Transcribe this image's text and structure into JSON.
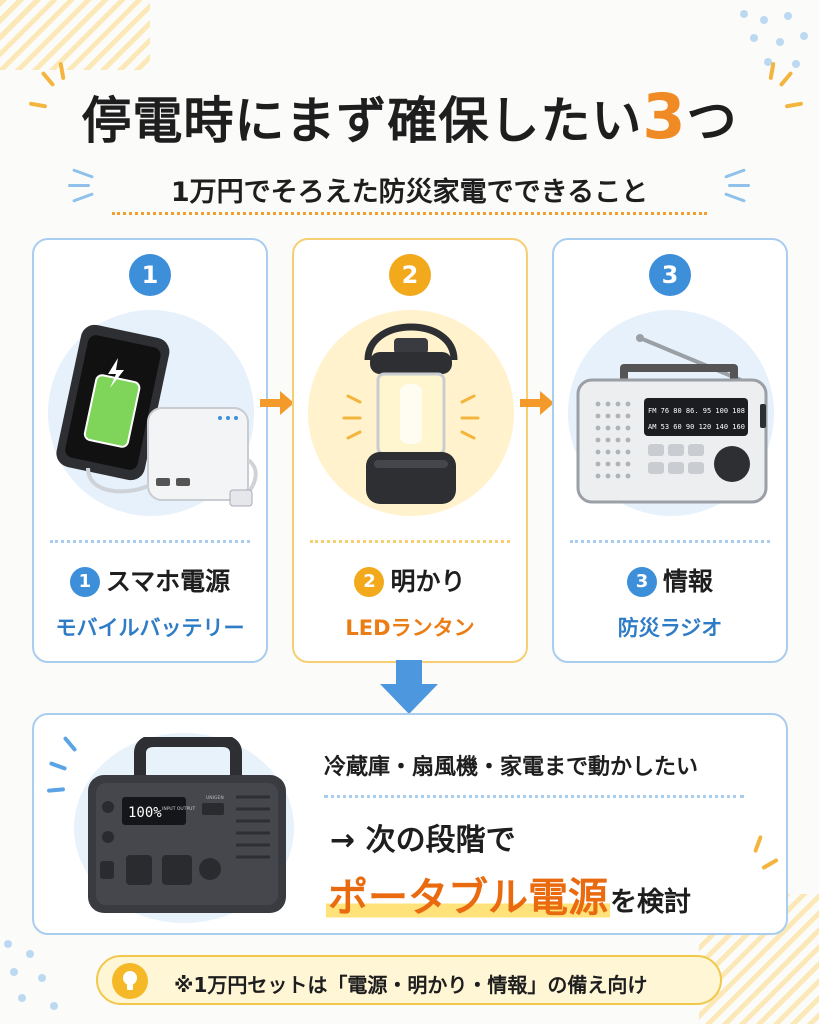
{
  "title": {
    "main": "停電時にまず確保したい",
    "number": "3",
    "tail": "つ"
  },
  "subtitle": "1万円でそろえた防災家電でできること",
  "cards": [
    {
      "number": "1",
      "label": "スマホ電源",
      "sub": "モバイルバッテリー",
      "icon": "phone-battery-icon"
    },
    {
      "number": "2",
      "label": "明かり",
      "sub": "LEDランタン",
      "icon": "lantern-icon"
    },
    {
      "number": "3",
      "label": "情報",
      "sub": "防災ラジオ",
      "icon": "radio-icon"
    }
  ],
  "radio_dial": {
    "fm": "FM  76  80  86.  95  100  108",
    "am": "AM  53  60  90  120  140  160"
  },
  "panel": {
    "line1": "冷蔵庫・扇風機・家電まで動かしたい",
    "line2": "→ 次の段階で",
    "highlight": "ポータブル電源",
    "tail": "を検討",
    "display": "100%",
    "display_side": "INPUT OUTPUT",
    "brand": "UNIGEN"
  },
  "note": "※1万円セットは「電源・明かり・情報」の備え向け",
  "colors": {
    "blue": "#3d8fd9",
    "orange": "#f08a24",
    "yellow": "#f3a91c"
  }
}
